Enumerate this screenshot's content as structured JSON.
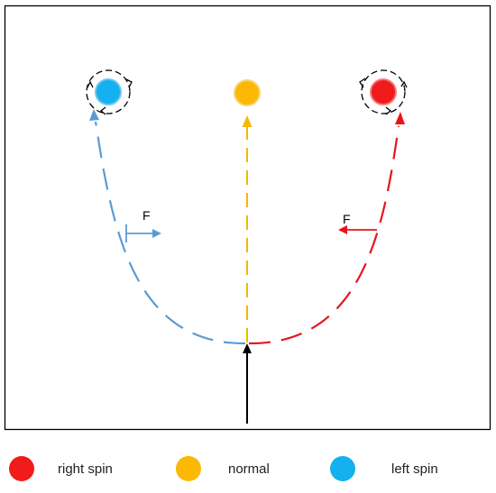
{
  "colors": {
    "right_spin": "#f21b1b",
    "normal": "#fbb905",
    "left_spin": "#14b0ef",
    "blue_path": "#5b9bd5",
    "red_path": "#e8141c",
    "gold_path": "#f5b800",
    "frame": "#000000"
  },
  "diagram": {
    "force_label_left": "F",
    "force_label_right": "F"
  },
  "legend": {
    "items": [
      {
        "label": "right spin",
        "color": "#f21b1b"
      },
      {
        "label": "normal",
        "color": "#fbb905"
      },
      {
        "label": "left spin",
        "color": "#14b0ef"
      }
    ]
  }
}
